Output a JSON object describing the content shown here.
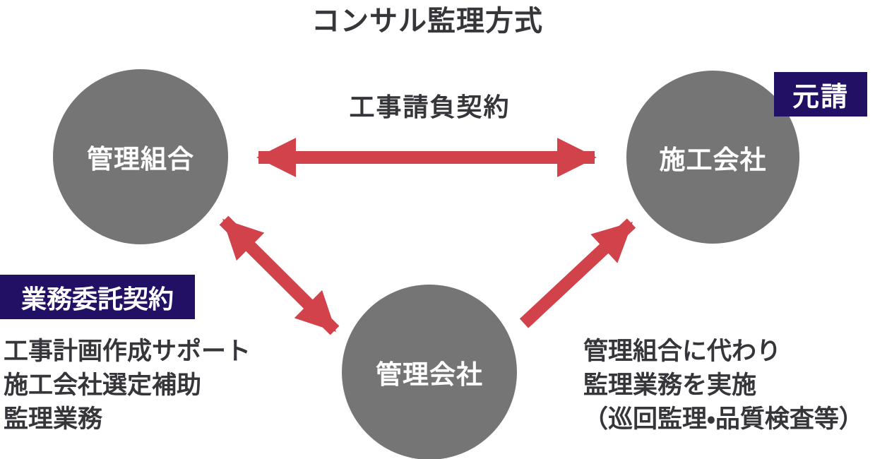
{
  "title": "コンサル監理方式",
  "colors": {
    "circle-gray": "#757575",
    "arrow-red": "#d2424a",
    "badge-navy": "#221065",
    "text-dark": "#36363a",
    "text-light": "#ffffff",
    "background": "#ffffff"
  },
  "nodes": {
    "management_association": {
      "label": "管理組合"
    },
    "construction_company": {
      "label": "施工会社",
      "badge": "元請"
    },
    "management_company": {
      "label": "管理会社"
    }
  },
  "relations": {
    "construction_contract": {
      "label": "工事請負契約"
    },
    "consignment_contract": {
      "label": "業務委託契約"
    }
  },
  "notes": {
    "left": {
      "lines": [
        "工事計画作成サポート",
        "施工会社選定補助",
        "監理業務"
      ]
    },
    "right": {
      "lines": [
        "管理組合に代わり",
        "監理業務を実施",
        "（巡回監理・品質検査等）"
      ]
    }
  }
}
